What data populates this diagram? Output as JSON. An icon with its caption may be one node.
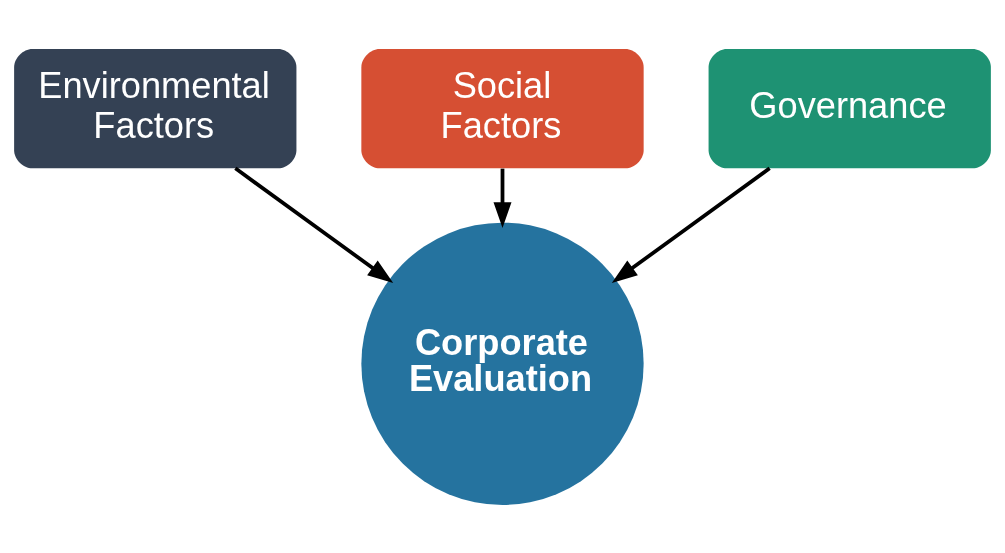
{
  "diagram": {
    "nodes": [
      {
        "text": [
          "Social Factors"
        ]
      },
      {
        "text": [
          "Environmental Factors"
        ]
      },
      {
        "text": [
          "Governance"
        ]
      },
      {
        "text": [
          "Corporate Evaluation"
        ]
      }
    ],
    "edges": [
      {
        "from": 0,
        "to": 3,
        "arrow": "to"
      },
      {
        "from": 1,
        "to": 3,
        "arrow": "to"
      },
      {
        "from": 2,
        "to": 3,
        "arrow": "to"
      }
    ]
  }
}
